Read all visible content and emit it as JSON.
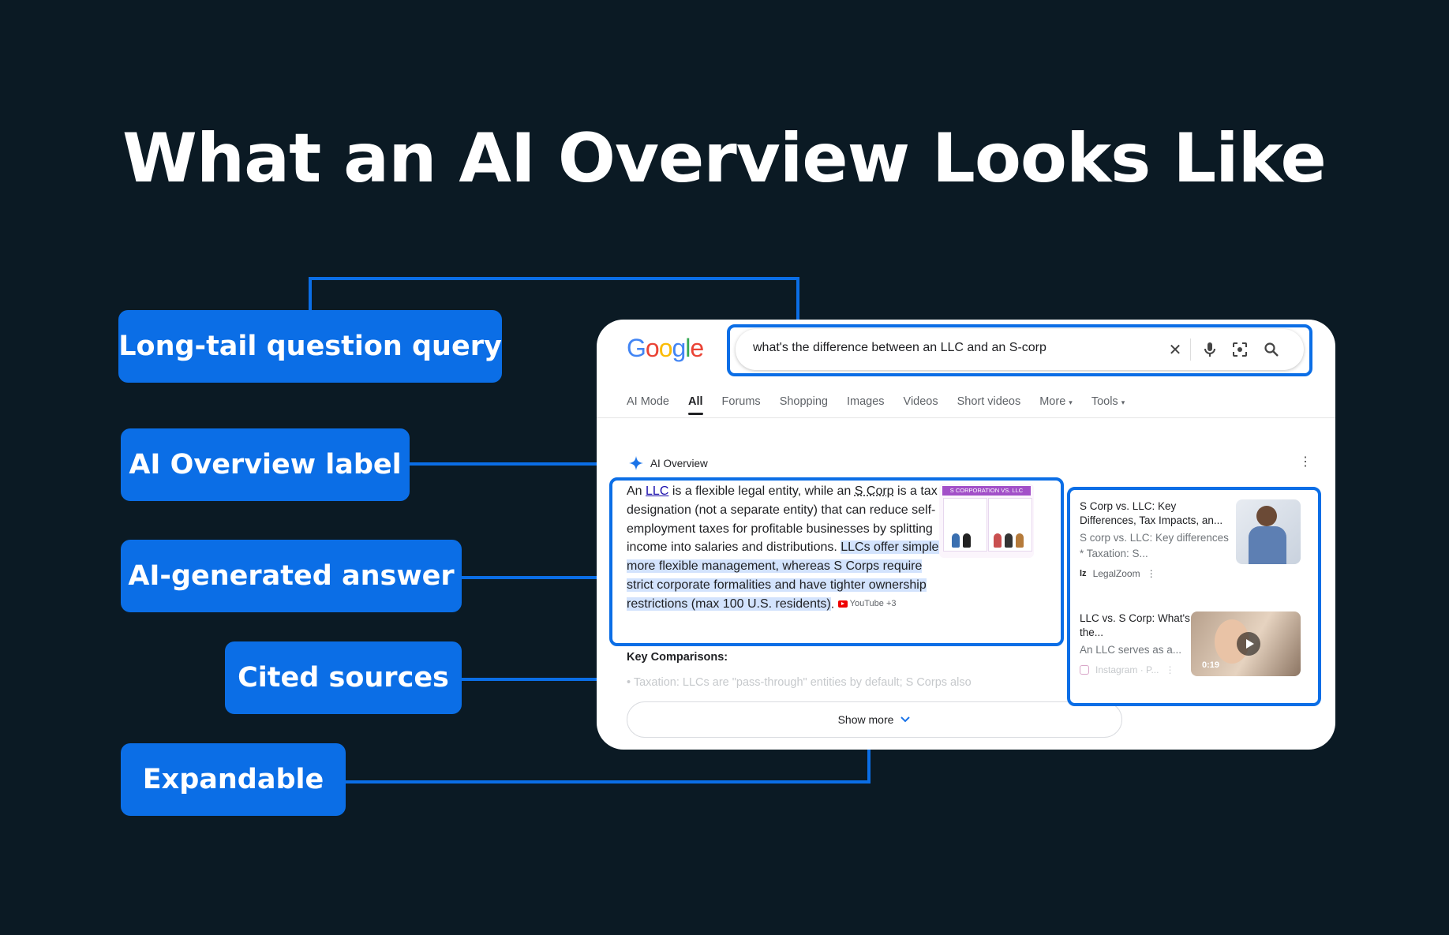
{
  "headline": "What an AI Overview Looks Like",
  "labels": {
    "query": "Long-tail question query",
    "ai_overview": "AI Overview label",
    "answer": "AI-generated answer",
    "cited": "Cited sources",
    "expandable": "Expandable"
  },
  "colors": {
    "background": "#0b1a24",
    "accent": "#0b6ee6",
    "highlight": "#d3e3fd",
    "link": "#1a0dab"
  },
  "google": {
    "logo": [
      "G",
      "o",
      "o",
      "g",
      "l",
      "e"
    ],
    "search_query": "what's the difference between an LLC and an S-corp",
    "tabs": [
      "AI Mode",
      "All",
      "Forums",
      "Shopping",
      "Images",
      "Videos",
      "Short videos",
      "More",
      "Tools"
    ],
    "active_tab": "All",
    "ai_overview_label": "AI Overview",
    "answer": {
      "p1_pre": "An ",
      "llc_link": "LLC",
      "p1_mid": " is a flexible legal entity, while an ",
      "scorp_link": "S Corp",
      "p1_post": " is a tax designation (not a separate entity) that can reduce self-employment taxes for profitable businesses by splitting income into salaries and distributions. ",
      "highlight": "LLCs offer simpler, more flexible management, whereas S Corps require strict corporate formalities and have tighter ownership restrictions (max 100 U.S. residents)",
      "end": ".",
      "source_chip": "YouTube +3"
    },
    "infographic_title": "S CORPORATION VS. LLC",
    "key_comparisons": "Key Comparisons:",
    "faded_line": "Taxation: LLCs are \"pass-through\" entities by default; S Corps also",
    "show_more": "Show more",
    "sources": [
      {
        "title": "S Corp vs. LLC: Key Differences, Tax Impacts, an...",
        "snippet": "S corp vs. LLC: Key differences * Taxation: S...",
        "site": "LegalZoom"
      },
      {
        "title": "LLC vs. S Corp: What's the...",
        "snippet": "An LLC serves as a...",
        "site": "Instagram · P...",
        "duration": "0:19"
      }
    ]
  }
}
